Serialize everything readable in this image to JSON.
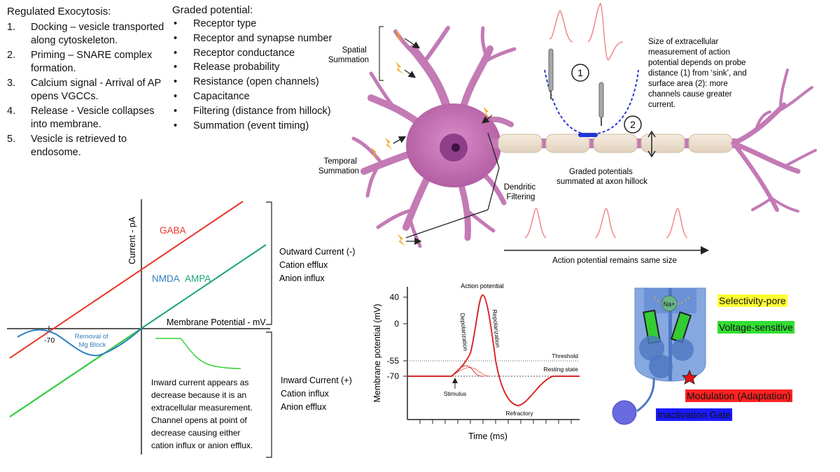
{
  "exocytosis": {
    "title": "Regulated Exocytosis:",
    "steps": [
      {
        "num": "1.",
        "text": "Docking – vesicle transported along cytoskeleton."
      },
      {
        "num": "2.",
        "text": "Priming – SNARE complex formation."
      },
      {
        "num": "3.",
        "text": "Calcium signal - Arrival of AP opens VGCCs."
      },
      {
        "num": "4.",
        "text": "Release - Vesicle collapses into membrane."
      },
      {
        "num": "5.",
        "text": "Vesicle is retrieved to endosome."
      }
    ]
  },
  "graded": {
    "title": "Graded potential:",
    "items": [
      "Receptor type",
      "Receptor and synapse number",
      "Receptor conductance",
      "Release probability",
      "Resistance (open channels)",
      "Capacitance",
      "Filtering (distance from hillock)",
      "Summation (event timing)"
    ]
  },
  "neuron": {
    "spatial": [
      "Spatial",
      "Summation"
    ],
    "temporal": [
      "Temporal",
      "Summation"
    ],
    "dendritic": [
      "Dendritic",
      "Filtering"
    ],
    "graded_sum": [
      "Graded potentials",
      "summated at axon hillock"
    ],
    "ap_same": "Action potential remains same size",
    "probe1": "1",
    "probe2": "2",
    "extracellular_note": [
      "Size of extracellular",
      "measurement of action",
      "potential depends on probe",
      "distance (1) from ‘sink’, and",
      "surface area (2): more",
      "channels cause greater",
      "current."
    ]
  },
  "iv": {
    "y_axis": "Current - pA",
    "x_axis": "Membrane Potential - mV",
    "gaba": "GABA",
    "nmda": "NMDA",
    "ampa": "AMPA",
    "tick_neg70": "-70",
    "mg_block": [
      "Removal of",
      "Mg Block"
    ],
    "outward": [
      "Outward Current (-)",
      "Cation efflux",
      "Anion influx"
    ],
    "inward": [
      "Inward Current (+)",
      "Cation influx",
      "Anion efflux"
    ],
    "note": [
      "Inward current appears as",
      "decrease because it is an",
      "extracellular measurement.",
      "Channel opens at point of",
      "decrease causing either",
      "cation influx or anion efflux."
    ],
    "colors": {
      "gaba": "#e8342a",
      "ampa": "#1aa37a",
      "nmda": "#2f7fc1",
      "green": "#35d13a"
    }
  },
  "ap_chart": {
    "y_axis": "Membrane potential (mV)",
    "x_axis": "Time (ms)",
    "ticks": [
      "40",
      "0",
      "-55",
      "-70"
    ],
    "action_potential": "Action potential",
    "depolarization": "Depolarization",
    "repolarization": "Repolarization",
    "threshold": "Threshold",
    "resting": "Resting state",
    "stimulus": "Stimulus",
    "refractory": "Refractory"
  },
  "channel": {
    "na": "Na+",
    "selectivity": "Selectivity-pore",
    "voltage": "Voltage-sensitive",
    "modulation": "Modulation (Adaptation)",
    "inactivation": "Inactivation Gate",
    "colors": {
      "selectivity": "#ffff33",
      "voltage": "#33dd33",
      "modulation": "#ff2222",
      "inactivation": "#1a1aff"
    }
  }
}
